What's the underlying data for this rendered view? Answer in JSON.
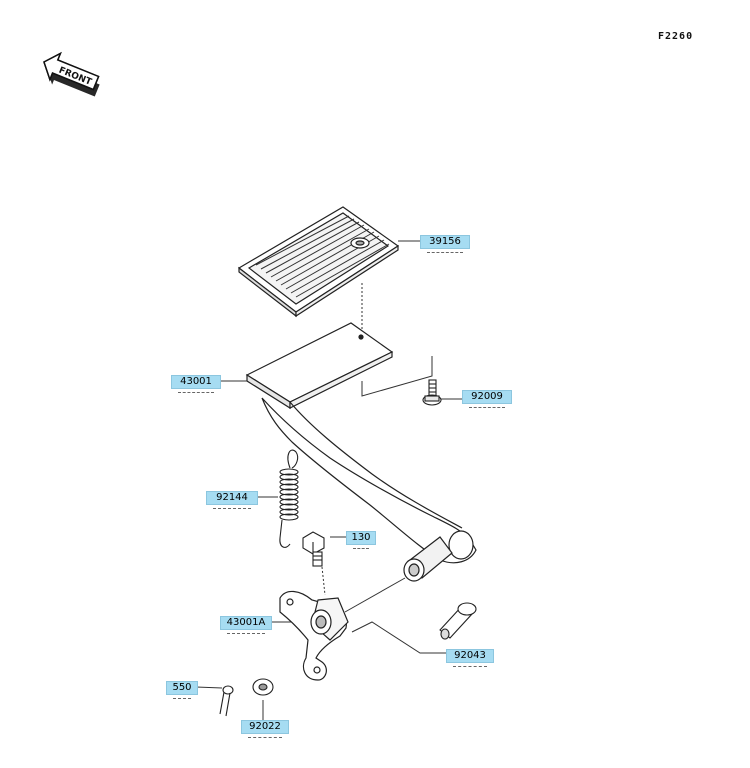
{
  "figure_code": "F2260",
  "front_text": "FRONT",
  "parts": [
    {
      "key": "pedal_pad",
      "number": "39156",
      "color": "#a6dcf2"
    },
    {
      "key": "brake_pedal",
      "number": "43001",
      "color": "#a6dcf2"
    },
    {
      "key": "bolt",
      "number": "92009",
      "color": "#a6dcf2"
    },
    {
      "key": "return_spring",
      "number": "92144",
      "color": "#a6dcf2"
    },
    {
      "key": "hex_bolt",
      "number": "130",
      "color": "#a6dcf2"
    },
    {
      "key": "pedal_lever",
      "number": "43001A",
      "color": "#a6dcf2"
    },
    {
      "key": "pin",
      "number": "92043",
      "color": "#a6dcf2"
    },
    {
      "key": "cotter_pin",
      "number": "550",
      "color": "#a6dcf2"
    },
    {
      "key": "washer",
      "number": "92022",
      "color": "#a6dcf2"
    }
  ]
}
